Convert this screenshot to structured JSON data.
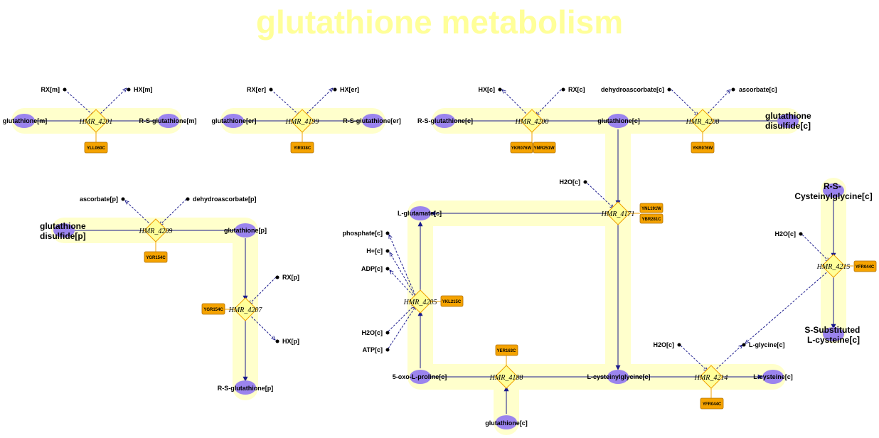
{
  "title": "glutathione metabolism",
  "colors": {
    "band": "#ffffcc",
    "metabolite": "#9b84ee",
    "reaction": "#ffff99",
    "reaction_border": "#f0a000",
    "gene": "#f5a300",
    "edge": "#1a1a8c",
    "title": "#ffff99"
  },
  "reactions": [
    "HMR_4201",
    "HMR_4199",
    "HMR_4200",
    "HMR_4208",
    "HMR_4209",
    "HMR_4207",
    "HMR_4171",
    "HMR_4205",
    "HMR_4188",
    "HMR_4214",
    "HMR_4215"
  ],
  "metabolites": [
    "glutathione[m]",
    "R-S-glutathione[m]",
    "glutathione[er]",
    "R-S-glutathione[er]",
    "R-S-glutathione[c]",
    "glutathione[c]",
    "glutathione disulfide[c]",
    "glutathione disulfide[p]",
    "glutathione[p]",
    "R-S-glutathione[p]",
    "L-glutamate[c]",
    "5-oxo-L-proline[c]",
    "L-cysteinylglycine[c]",
    "L-cysteine[c]",
    "R-S-Cysteinylglycine[c]",
    "S-Substituted L-cysteine[c]"
  ],
  "side_metabolites": [
    "RX[m]",
    "HX[m]",
    "RX[er]",
    "HX[er]",
    "HX[c]",
    "RX[c]",
    "dehydroascorbate[c]",
    "ascorbate[c]",
    "ascorbate[p]",
    "dehydroascorbate[p]",
    "RX[p]",
    "HX[p]",
    "H2O[c]",
    "phosphate[c]",
    "H+[c]",
    "ADP[c]",
    "ATP[c]",
    "L-glycine[c]"
  ],
  "genes": [
    "YLL060C",
    "YIR038C",
    "YKR076W",
    "YMR251W",
    "YGR154C",
    "YNL191W",
    "YBR281C",
    "YKL215C",
    "YER163C",
    "YFR044C"
  ]
}
